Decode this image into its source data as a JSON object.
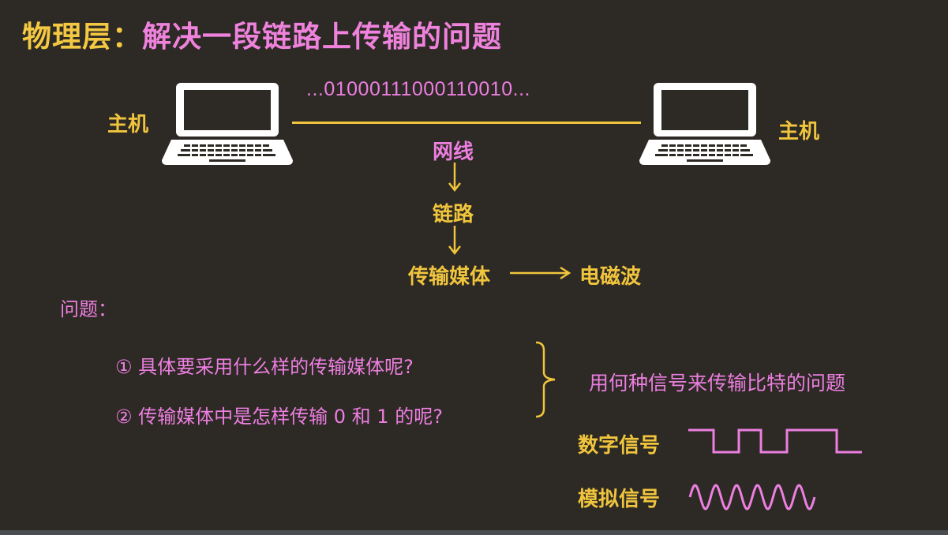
{
  "title": {
    "part1": "物理层：",
    "part2": "解决一段链路上传输的问题"
  },
  "hosts": {
    "left_label": "主机",
    "right_label": "主机"
  },
  "bit_stream": "...01000111000110010...",
  "chain": {
    "step1": "网线",
    "step2": "链路",
    "step3": "传输媒体",
    "step4": "电磁波"
  },
  "questions": {
    "heading": "问题：",
    "q1": "① 具体要采用什么样的传输媒体呢?",
    "q2": "② 传输媒体中是怎样传输 0 和 1 的呢?",
    "summary": "用何种信号来传输比特的问题"
  },
  "signals": {
    "digital_label": "数字信号",
    "analog_label": "模拟信号"
  },
  "colors": {
    "background": "#2d2924",
    "yellow": "#f0c53d",
    "pink": "#ec7fe0",
    "white": "#ffffff"
  },
  "icons": {
    "host": "laptop-icon",
    "arrow": "arrow-down-icon",
    "brace": "right-brace-icon"
  }
}
